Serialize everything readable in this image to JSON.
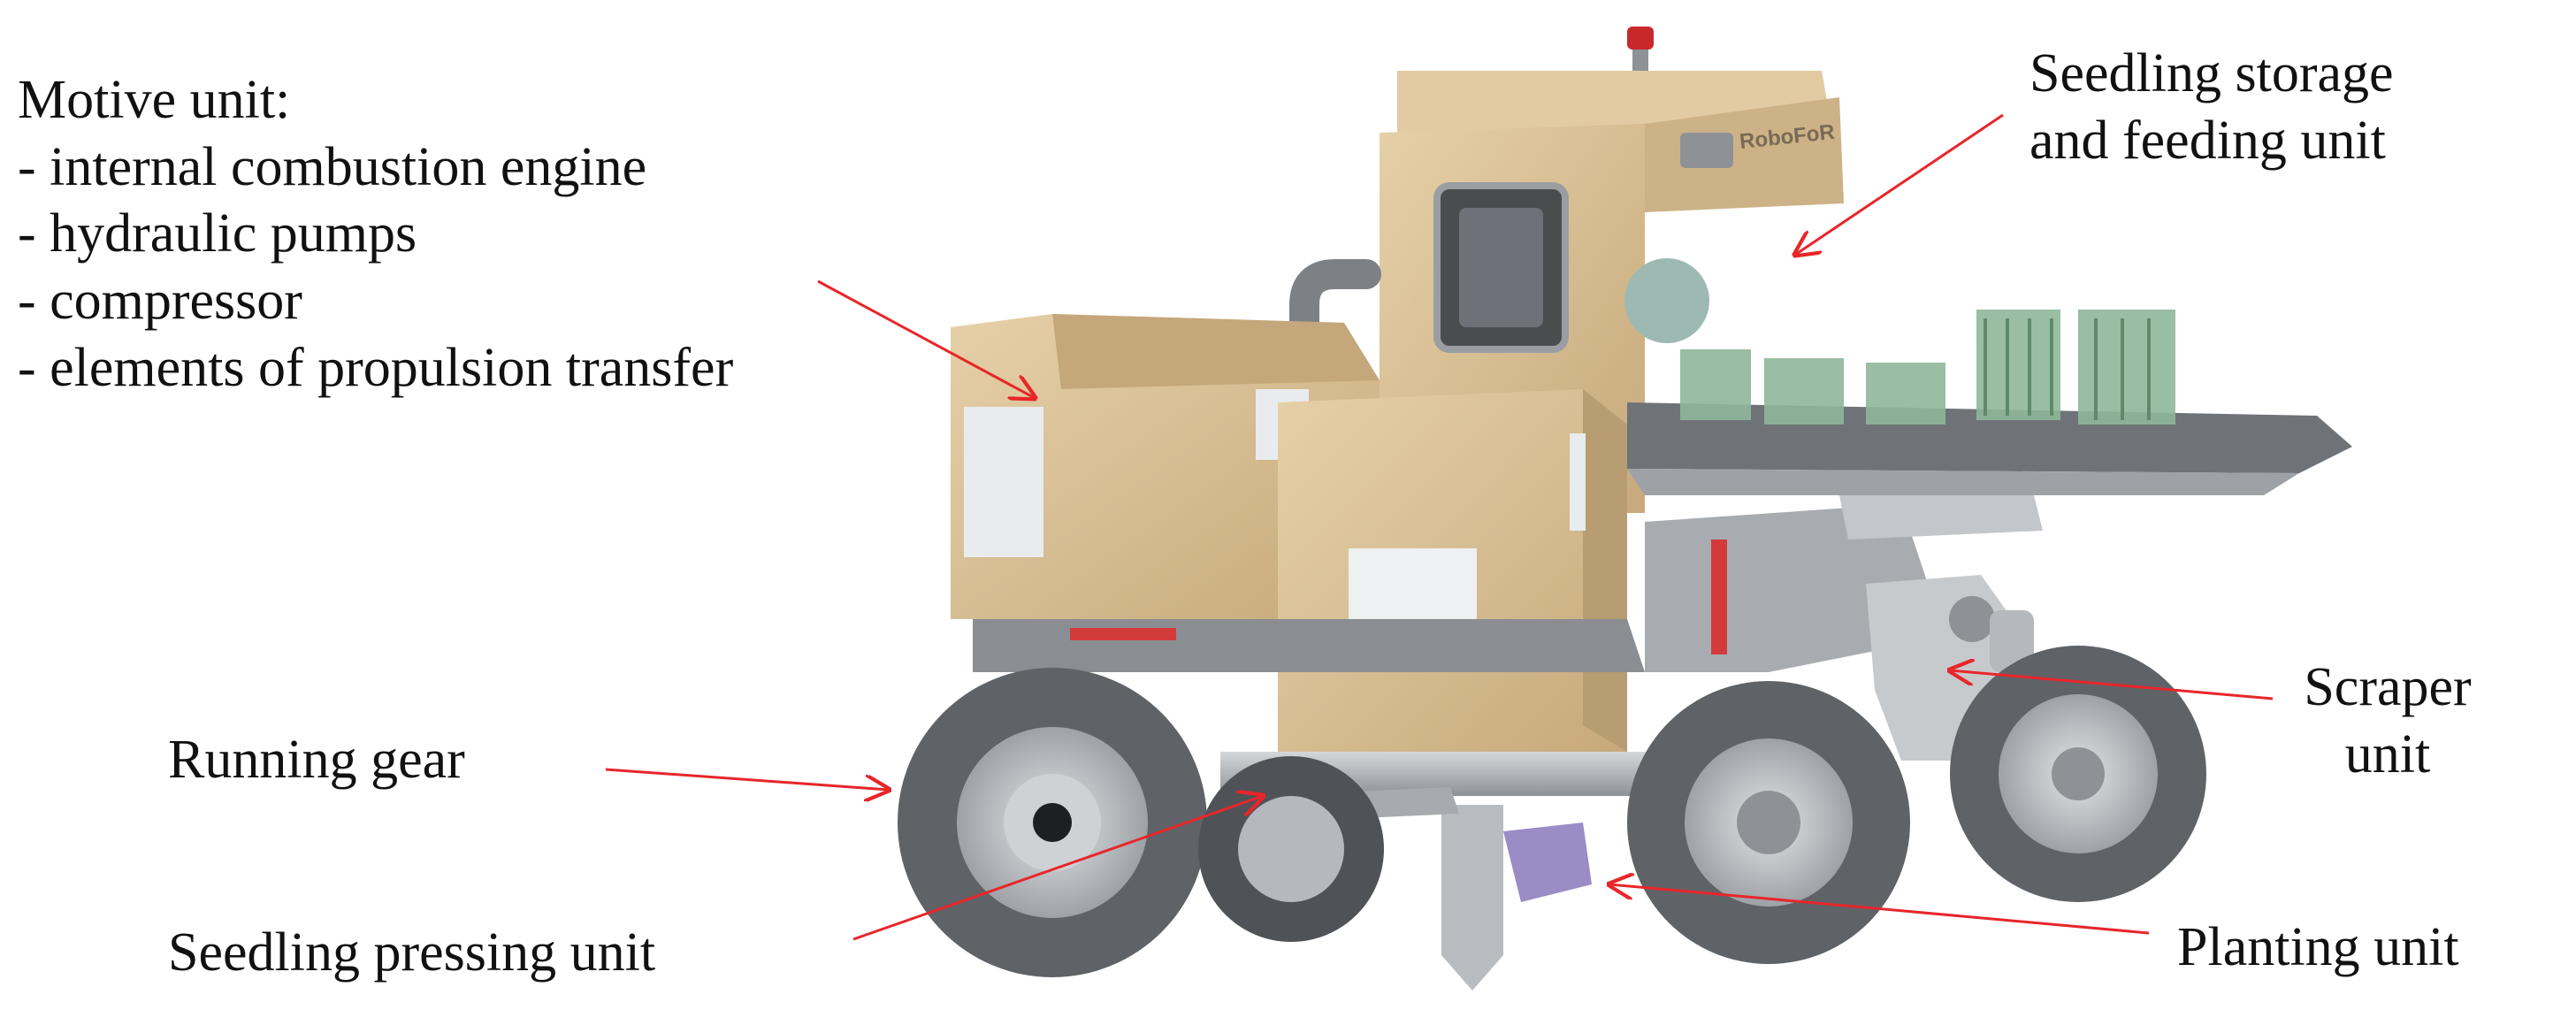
{
  "labels": {
    "motive": {
      "title": "Motive unit:",
      "items": [
        "- internal combustion engine",
        "- hydraulic pumps",
        "- compressor",
        "- elements of propulsion transfer"
      ]
    },
    "seedling_storage": {
      "line1": "Seedling storage",
      "line2": "and feeding unit"
    },
    "running_gear": "Running gear",
    "scraper": {
      "line1": "Scraper",
      "line2": "unit"
    },
    "seedling_pressing": "Seedling pressing unit",
    "planting": "Planting unit"
  },
  "machine": {
    "cab_marking": "RoboFoR"
  },
  "colors": {
    "arrow": "#e8262a",
    "body_tan": "#d8bf95",
    "body_shadow": "#b89c72",
    "tire": "#5f6368",
    "steel": "#b9bcc0",
    "seedling_green": "#8fb79a"
  }
}
